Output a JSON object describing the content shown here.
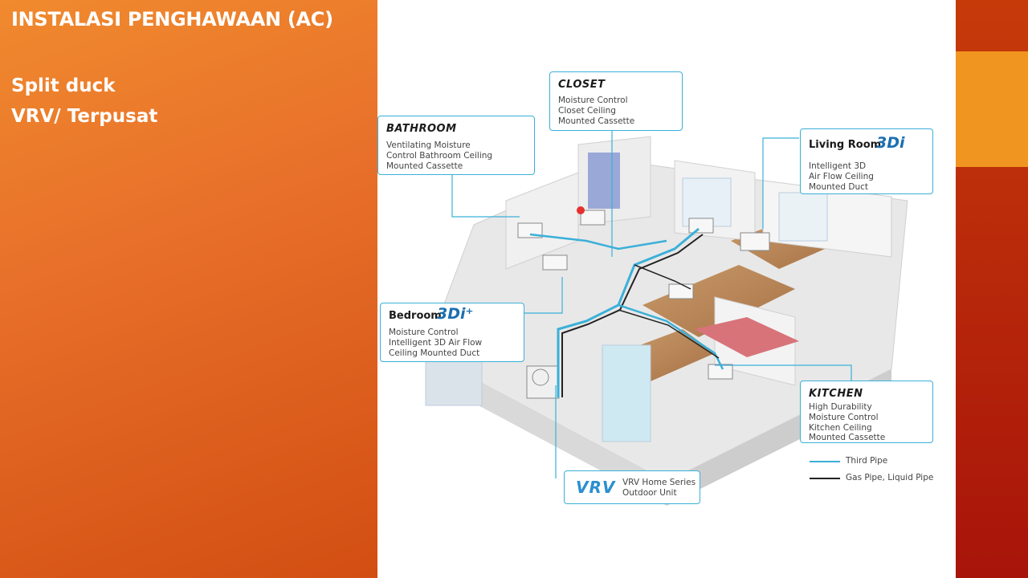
{
  "slide": {
    "title": "INSTALASI PENGHAWAAN (AC)",
    "bullets": [
      "Split duck",
      "VRV/ Terpusat"
    ]
  },
  "diagram": {
    "callouts": {
      "bathroom": {
        "title": "BATHROOM",
        "desc": "Ventilating Moisture\nControl Bathroom Ceiling\nMounted Cassette"
      },
      "closet": {
        "title": "CLOSET",
        "desc": "Moisture Control\nCloset Ceiling\nMounted Cassette"
      },
      "living_room": {
        "title": "Living Room",
        "tag": "3Di",
        "desc": "Intelligent 3D\nAir Flow Ceiling\nMounted Duct"
      },
      "bedroom": {
        "title": "Bedroom",
        "tag": "3Di⁺",
        "desc": "Moisture Control\nIntelligent 3D Air Flow\nCeiling Mounted Duct"
      },
      "kitchen": {
        "title": "KITCHEN",
        "desc": "High Durability\nMoisture Control\nKitchen Ceiling\nMounted Cassette"
      },
      "vrv": {
        "logo": "VRV",
        "desc": "VRV Home Series\nOutdoor Unit"
      }
    },
    "legend": [
      {
        "label": "Third Pipe",
        "color": "#3ab0d8"
      },
      {
        "label": "Gas Pipe, Liquid Pipe",
        "color": "#222222"
      }
    ]
  }
}
